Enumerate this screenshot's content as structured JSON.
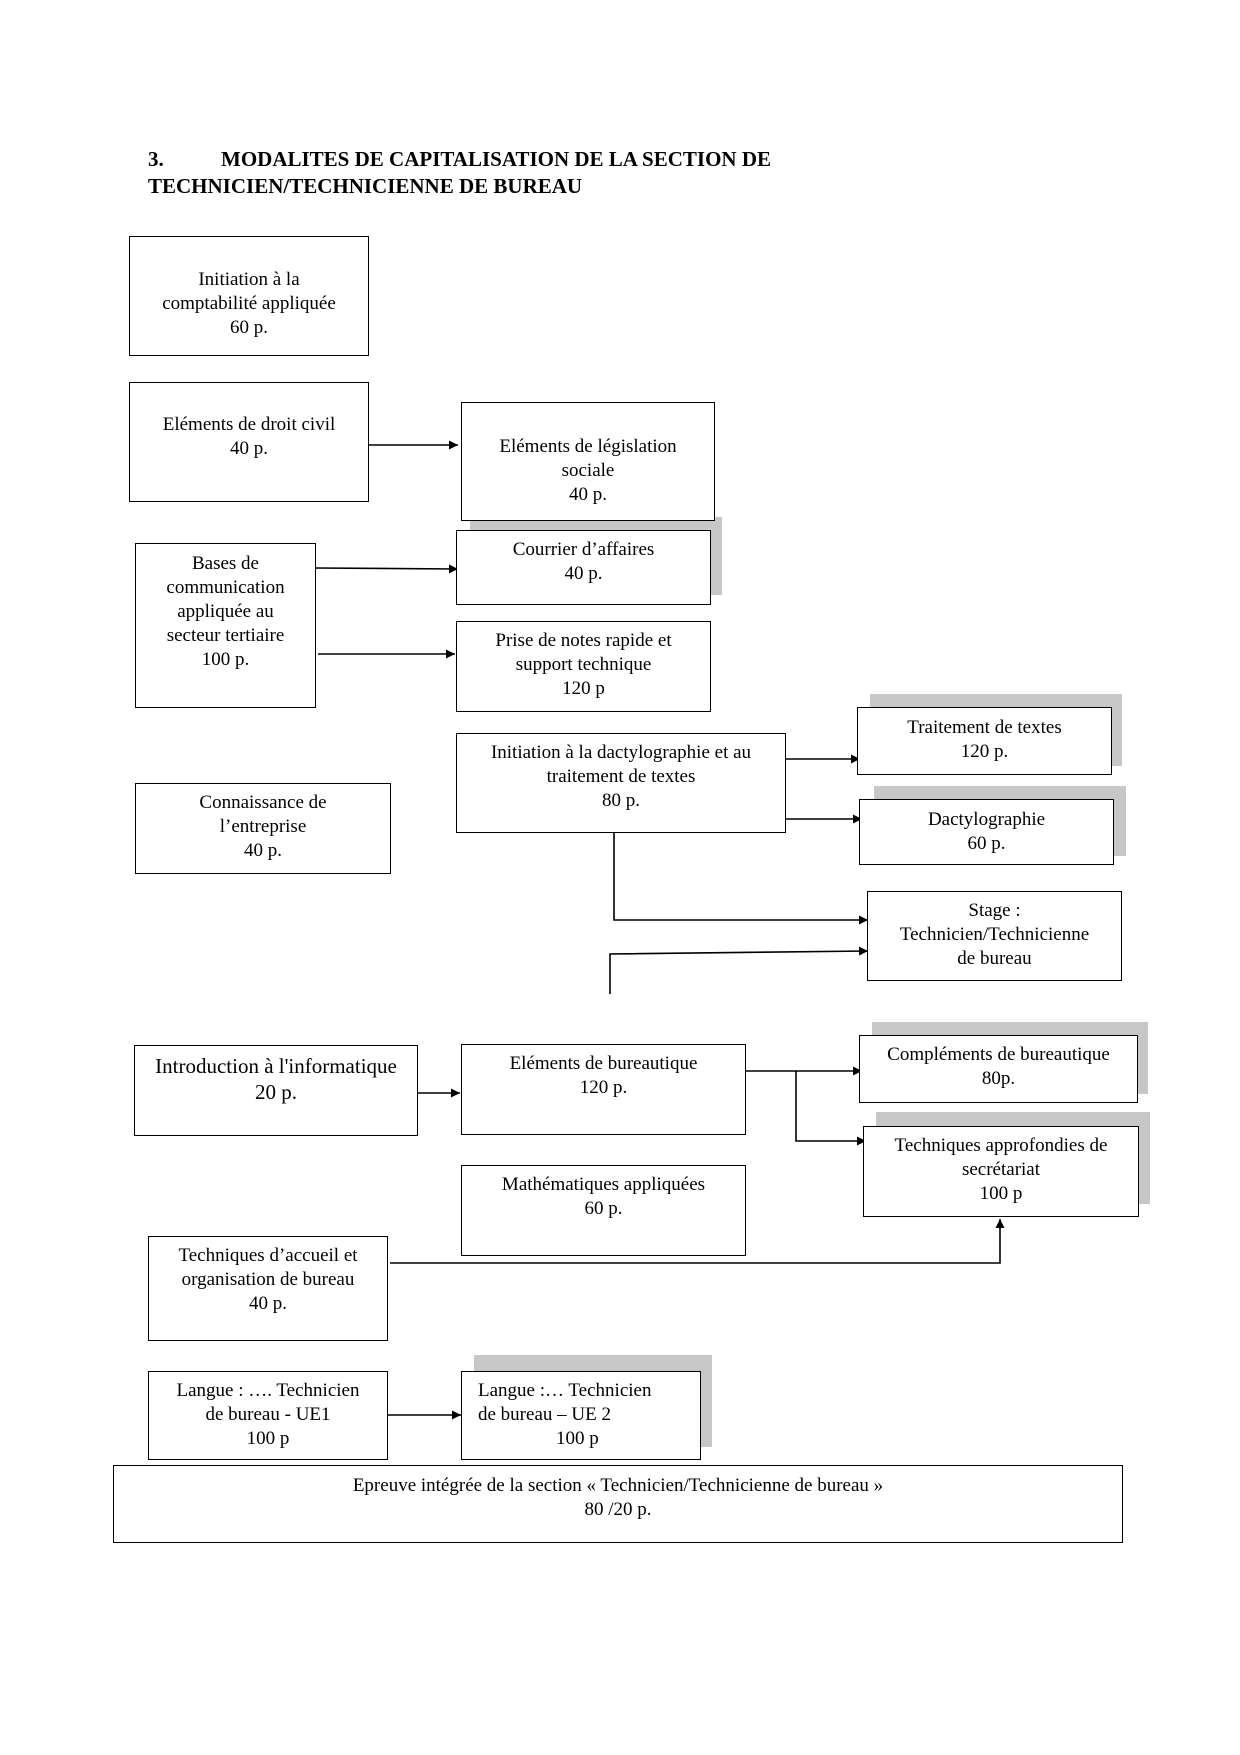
{
  "heading": {
    "number": "3.",
    "line1": "MODALITES DE CAPITALISATION DE LA SECTION DE",
    "line2": "TECHNICIEN/TECHNICIENNE DE BUREAU"
  },
  "boxes": {
    "compta": [
      "Initiation à la",
      "comptabilité appliquée",
      "60 p."
    ],
    "droit": [
      "Eléments de droit civil",
      "40 p."
    ],
    "legislation": [
      "Eléments de législation",
      "sociale",
      "40 p."
    ],
    "bases": [
      "Bases de",
      "communication",
      "appliquée au",
      "secteur tertiaire",
      "100 p."
    ],
    "courrier": [
      "Courrier d’affaires",
      "40 p."
    ],
    "prise": [
      "Prise de notes rapide et",
      "support technique",
      "120 p"
    ],
    "dactylo_init": [
      "Initiation à la dactylographie et au",
      "traitement de textes",
      "80 p."
    ],
    "traitement": [
      "Traitement de textes",
      "120 p."
    ],
    "dactylo": [
      "Dactylographie",
      "60 p."
    ],
    "entreprise": [
      "Connaissance de",
      "l’entreprise",
      "40 p."
    ],
    "stage": [
      "Stage :",
      "Technicien/Technicienne",
      "de bureau"
    ],
    "info": [
      "Introduction à l'informatique",
      "20 p."
    ],
    "bureautique": [
      "Eléments de bureautique",
      "120 p."
    ],
    "complements": [
      "Compléments de bureautique",
      "80p."
    ],
    "secretariat": [
      "Techniques approfondies de",
      "secrétariat",
      "100 p"
    ],
    "maths": [
      "Mathématiques appliquées",
      "60 p."
    ],
    "accueil": [
      "Techniques d’accueil et",
      "organisation de bureau",
      "40 p."
    ],
    "langue1": [
      "Langue : …. Technicien",
      "de bureau - UE1",
      "100 p"
    ],
    "langue2": [
      "Langue :… Technicien",
      "de bureau – UE 2",
      "100 p"
    ],
    "epreuve": [
      "Epreuve intégrée de la section « Technicien/Technicienne de bureau »",
      "80 /20 p."
    ]
  }
}
